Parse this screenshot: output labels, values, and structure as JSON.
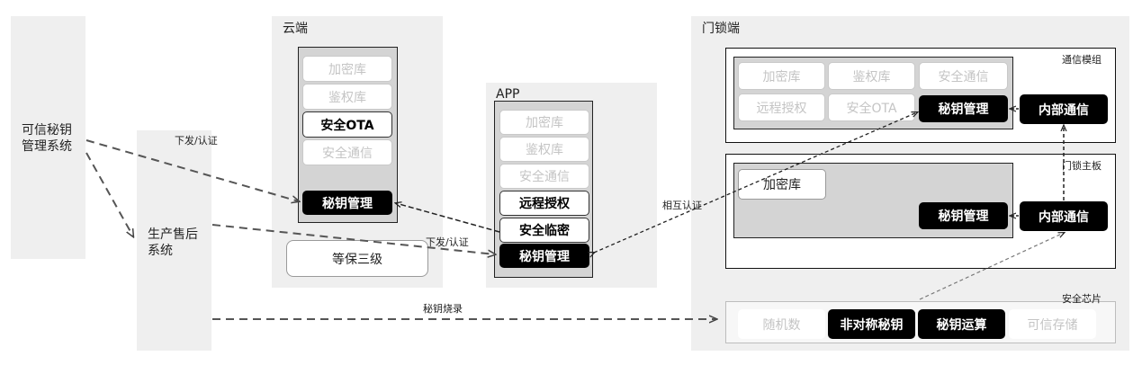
{
  "left": {
    "trusted_system": "可信秘钥\n管理系统",
    "production_system": "生产售后\n系统"
  },
  "cloud": {
    "title": "云端",
    "items": [
      "加密库",
      "鉴权库",
      "安全OTA",
      "安全通信",
      "秘钥管理"
    ],
    "standalone": "等保三级"
  },
  "app": {
    "title": "APP",
    "items": [
      "加密库",
      "鉴权库",
      "安全通信",
      "远程授权",
      "安全临密",
      "秘钥管理"
    ]
  },
  "door": {
    "title": "门锁端",
    "comm_module": {
      "title": "通信模组",
      "grid": [
        "加密库",
        "鉴权库",
        "安全通信",
        "远程授权",
        "安全OTA",
        "秘钥管理"
      ],
      "internal": "内部通信"
    },
    "main_board": {
      "title": "门锁主板",
      "crypto": "加密库",
      "key_mgmt": "秘钥管理",
      "internal": "内部通信"
    },
    "security_chip": {
      "title": "安全芯片",
      "items": [
        "随机数",
        "非对称秘钥",
        "秘钥运算",
        "可信存储"
      ]
    }
  },
  "edges": {
    "issue_auth_1": "下发/认证",
    "issue_auth_2": "下发/认证",
    "mutual_auth": "相互认证",
    "key_burn": "秘钥烧录"
  }
}
